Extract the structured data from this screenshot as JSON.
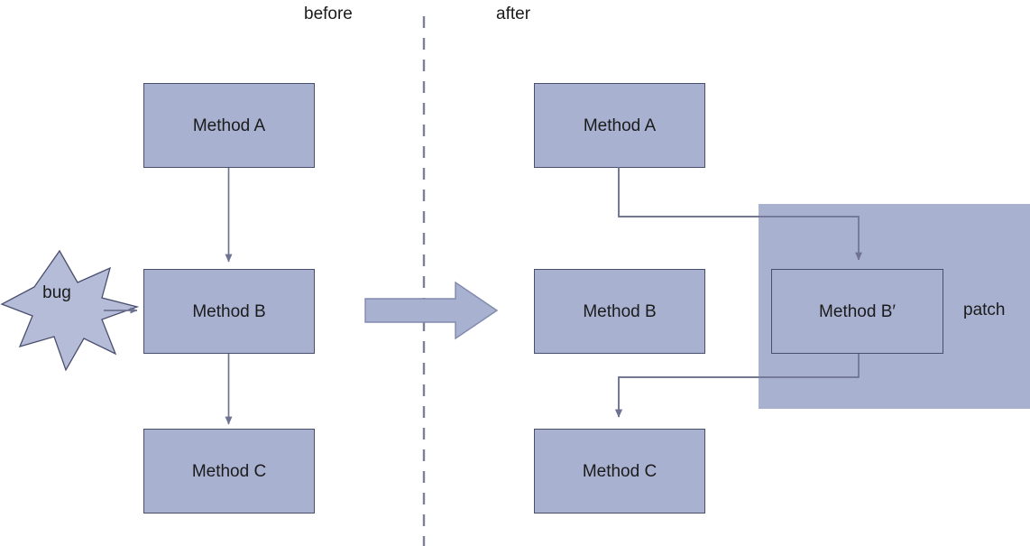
{
  "diagram": {
    "title_labels": {
      "before": "before",
      "after": "after"
    },
    "colors": {
      "node_fill": "#A9B1D1",
      "node_stroke": "#4A4E6E",
      "connector": "#6E7391",
      "divider": "#7B7F99",
      "patch_fill": "#A9B1D1",
      "text": "#1b1b1b",
      "background": "#ffffff"
    },
    "before_side": {
      "nodes": [
        {
          "id": "method-a",
          "label": "Method A"
        },
        {
          "id": "method-b",
          "label": "Method B"
        },
        {
          "id": "method-c",
          "label": "Method C"
        }
      ],
      "bug": {
        "label": "bug"
      },
      "edges": [
        {
          "from": "Method A",
          "to": "Method B"
        },
        {
          "from": "Method B",
          "to": "Method C"
        },
        {
          "from": "bug",
          "to": "Method B"
        }
      ]
    },
    "transition": {
      "arrow_name": "right-arrow",
      "direction": "before-to-after"
    },
    "after_side": {
      "nodes": [
        {
          "id": "method-a",
          "label": "Method A"
        },
        {
          "id": "method-b",
          "label": "Method B"
        },
        {
          "id": "method-c",
          "label": "Method C"
        },
        {
          "id": "method-b-prime",
          "label": "Method B′"
        }
      ],
      "patch": {
        "label": "patch"
      },
      "edges": [
        {
          "from": "Method A",
          "to": "Method B′"
        },
        {
          "from": "Method B′",
          "to": "Method C"
        }
      ]
    }
  }
}
